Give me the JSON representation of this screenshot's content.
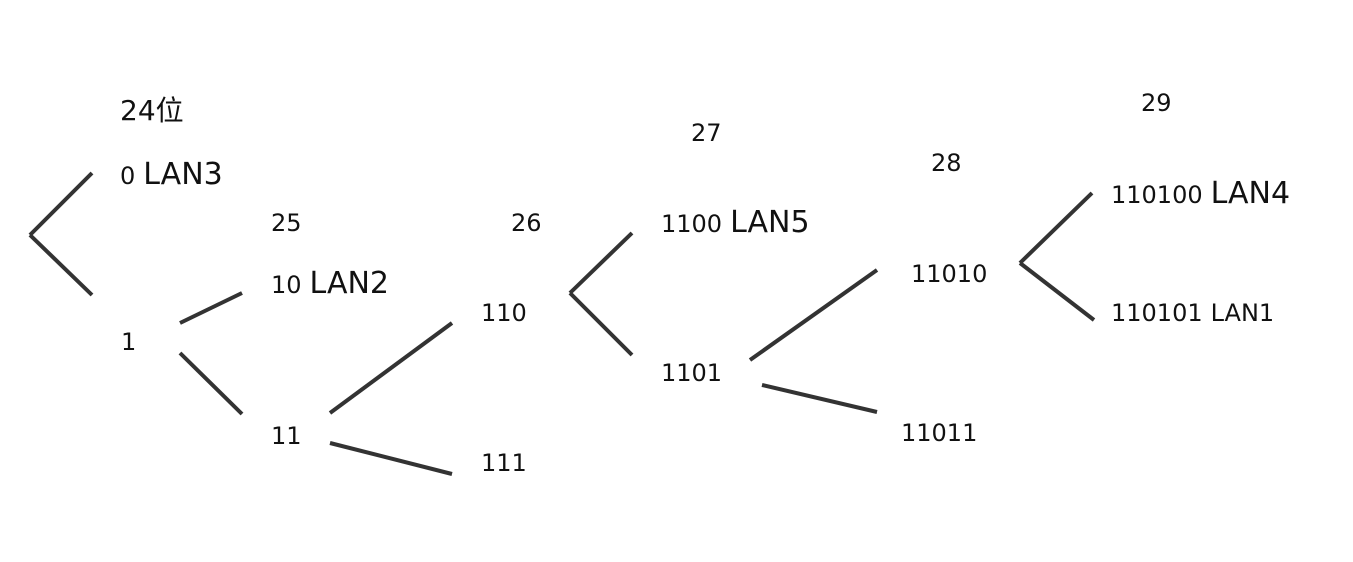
{
  "levels": {
    "l24": "24位",
    "l25": "25",
    "l26": "26",
    "l27": "27",
    "l28": "28",
    "l29": "29"
  },
  "nodes": {
    "n0": {
      "code": "0",
      "lan": "LAN3"
    },
    "n1": {
      "code": "1"
    },
    "n10": {
      "code": "10",
      "lan": "LAN2"
    },
    "n11": {
      "code": "11"
    },
    "n110": {
      "code": "110"
    },
    "n111": {
      "code": "111"
    },
    "n1100": {
      "code": "1100",
      "lan": "LAN5"
    },
    "n1101": {
      "code": "1101"
    },
    "n11010": {
      "code": "11010"
    },
    "n11011": {
      "code": "11011"
    },
    "n110100": {
      "code": "110100",
      "lan": "LAN4"
    },
    "n110101": {
      "code": "110101",
      "lan": "LAN1"
    }
  },
  "colors": {
    "line": "#333333",
    "text": "#111111",
    "background": "#ffffff"
  }
}
